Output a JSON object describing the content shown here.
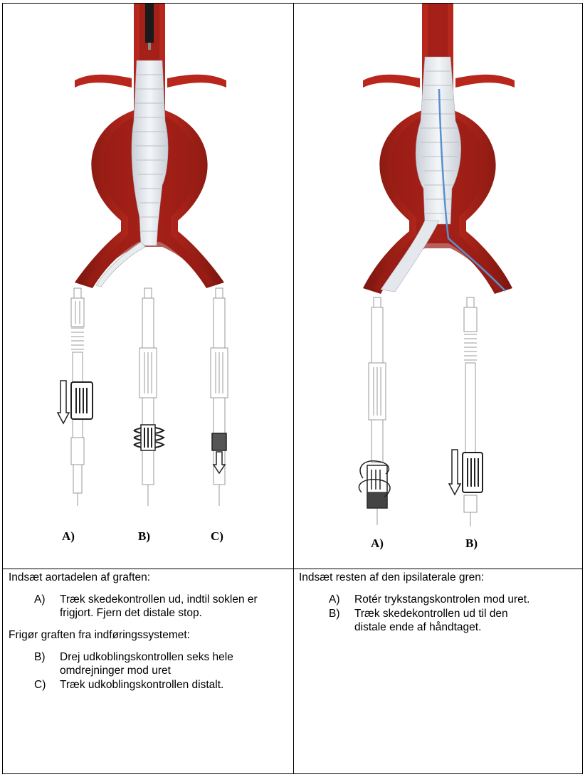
{
  "left_panel": {
    "figure_labels": [
      "A)",
      "B)",
      "C)"
    ],
    "heading_1": "Indsæt aortadelen af graften:",
    "steps_1": [
      {
        "letter": "A)",
        "text": "Træk skedekontrollen ud, indtil soklen er frigjort. Fjern det distale stop."
      }
    ],
    "heading_2": "Frigør graften fra indføringssystemet:",
    "steps_2": [
      {
        "letter": "B)",
        "text": "Drej udkoblingskontrollen seks hele omdrejninger mod uret"
      },
      {
        "letter": "C)",
        "text": "Træk udkoblingskontrollen distalt."
      }
    ]
  },
  "right_panel": {
    "figure_labels": [
      "A)",
      "B)"
    ],
    "heading": "Indsæt resten af den ipsilaterale gren:",
    "steps": [
      {
        "letter": "A)",
        "text": "Rotér trykstangskontrolen mod uret."
      },
      {
        "letter": "B)",
        "text": "Træk skedekontrollen ud til den distale ende af håndtaget."
      }
    ]
  },
  "colors": {
    "vessel_outer": "#b8261c",
    "vessel_inner": "#8c1a14",
    "graft": "#e4e8ec",
    "guide_wire": "#5a8fd0"
  }
}
